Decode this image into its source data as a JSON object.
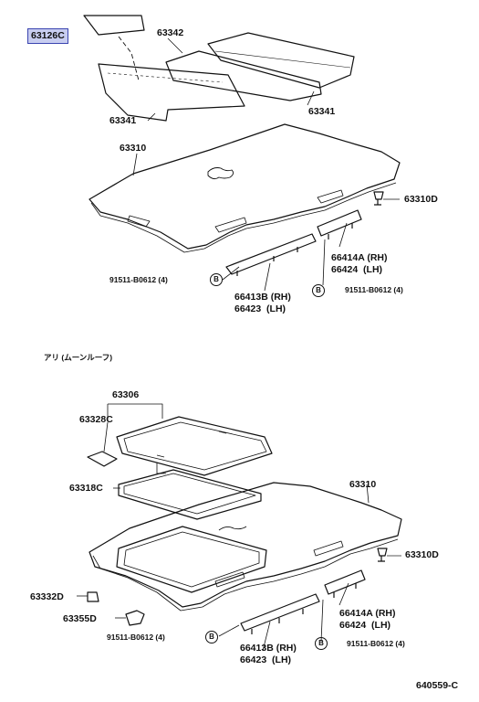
{
  "labels": {
    "p63126c": "63126C",
    "p63342": "63342",
    "p63341_right": "63341",
    "p63341_left": "63341",
    "p63310_top": "63310",
    "p63310d_top": "63310D",
    "p66414a_top": "66414A",
    "p66414a_top_side": "(RH)",
    "p66424_top": "66424",
    "p66424_top_side": "(LH)",
    "p91511_top_left": "91511-B0612 (4)",
    "p91511_top_right": "91511-B0612 (4)",
    "p66413b_top": "66413B",
    "p66413b_top_side": "(RH)",
    "p66423_top": "66423",
    "p66423_top_side": "(LH)",
    "moonroof_note": "アリ (ムーンルーフ)",
    "p63306": "63306",
    "p63328c": "63328C",
    "p63318c": "63318C",
    "p63310_bottom": "63310",
    "p63310d_bottom": "63310D",
    "p66414a_bottom": "66414A",
    "p66414a_bottom_side": "(RH)",
    "p66424_bottom": "66424",
    "p66424_bottom_side": "(LH)",
    "p63332d": "63332D",
    "p63355d": "63355D",
    "p91511_bottom_left": "91511-B0612 (4)",
    "p91511_bottom_right": "91511-B0612 (4)",
    "p66413b_bottom": "66413B",
    "p66413b_bottom_side": "(RH)",
    "p66423_bottom": "66423",
    "p66423_bottom_side": "(LH)",
    "diagram_code": "640559-C",
    "ref_b": "B"
  }
}
